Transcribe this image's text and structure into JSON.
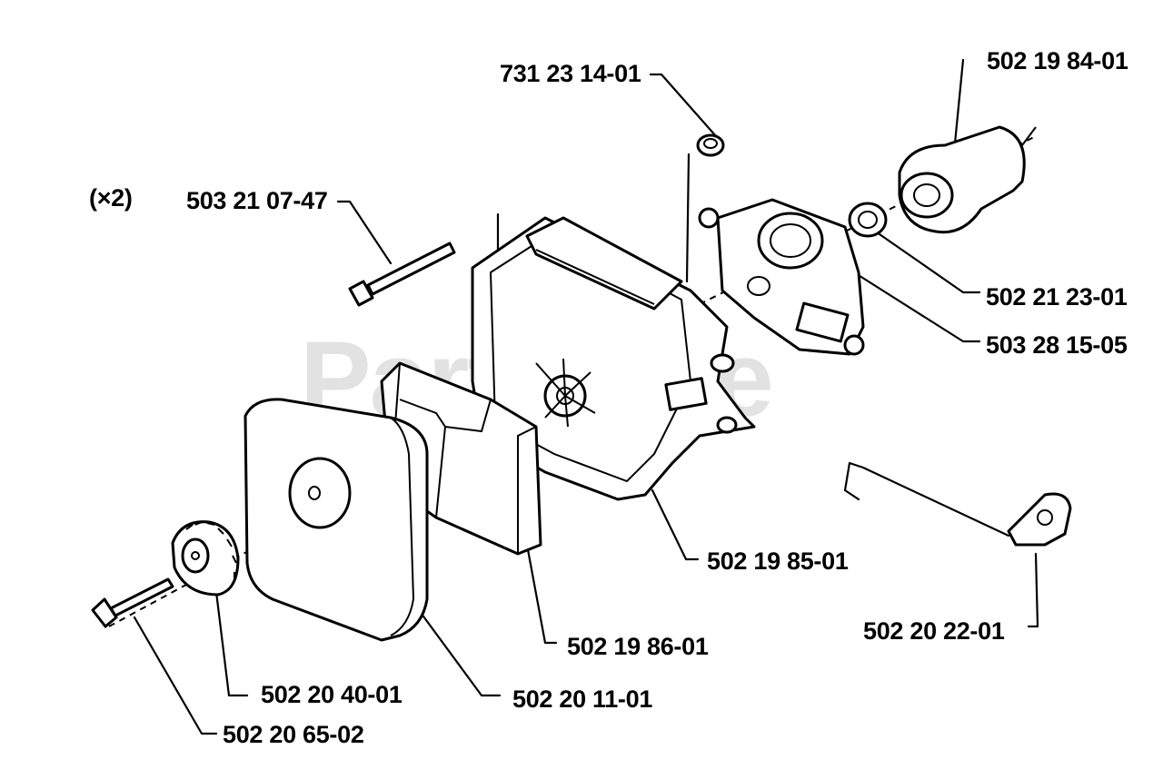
{
  "watermark": "PartsTree",
  "quantity_note": "(×2)",
  "parts": {
    "spark_plug_cap": "731 23 14-01",
    "intake_elbow": "502 19 84-01",
    "bolt": "503 21 07-47",
    "gasket": "502 21 23-01",
    "carburetor": "503 28 15-05",
    "air_filter_holder": "502 19 85-01",
    "throttle_rod": "502 20 22-01",
    "filter_element": "502 19 86-01",
    "knob": "502 20 40-01",
    "filter_cover": "502 20 11-01",
    "screw": "502 20 65-02"
  }
}
